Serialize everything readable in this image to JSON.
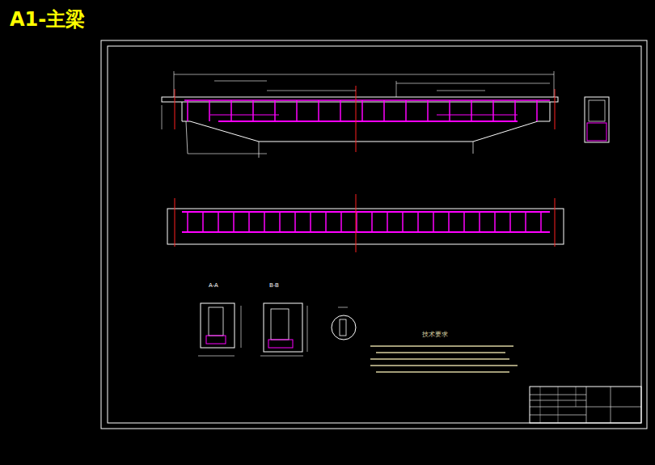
{
  "diagram": {
    "title": "A1-主梁",
    "labels": [
      "A-A",
      "B-B",
      "技术要求"
    ]
  }
}
